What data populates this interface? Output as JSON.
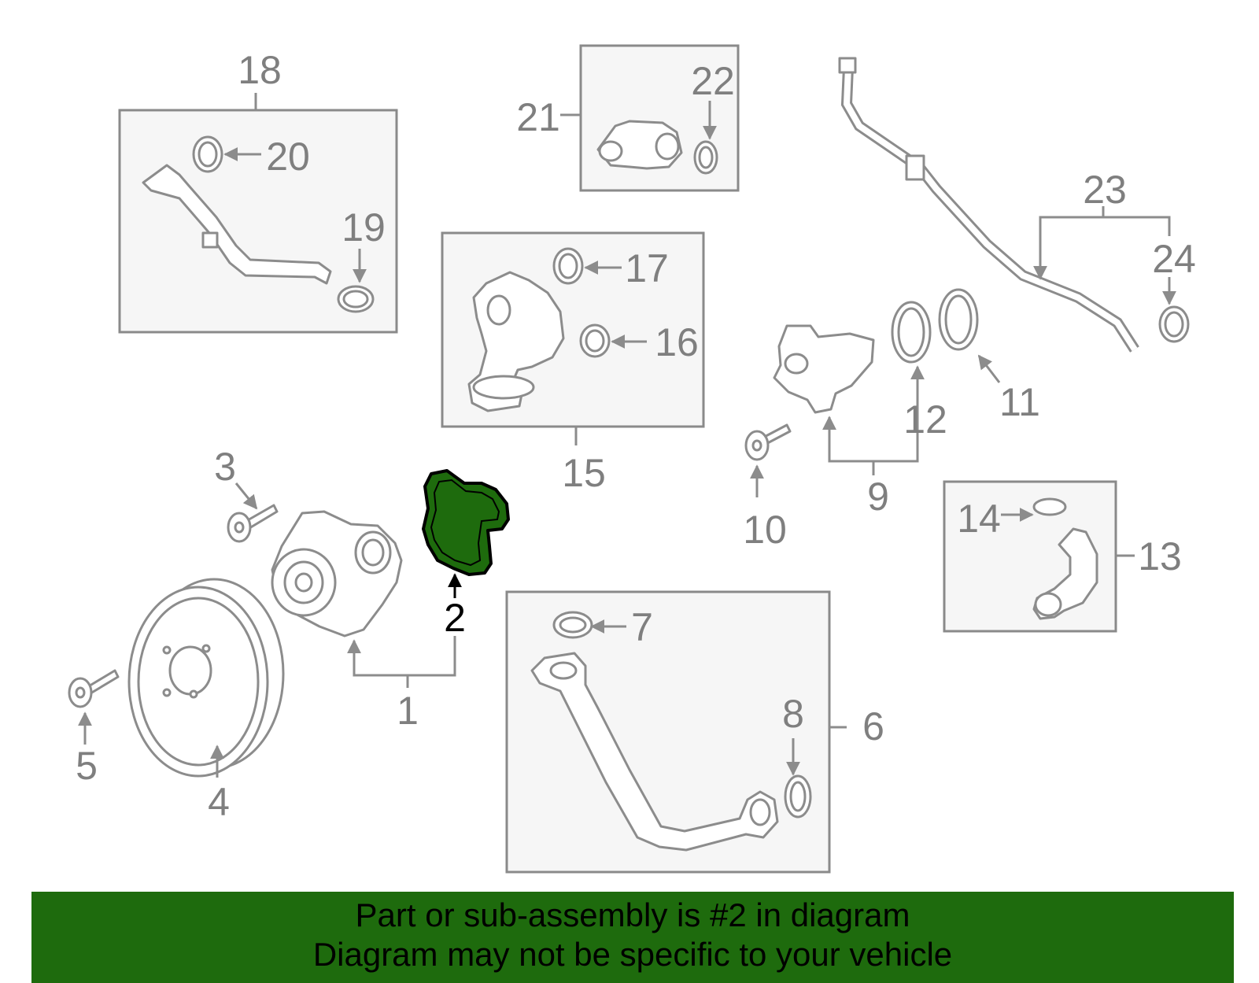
{
  "diagram": {
    "highlighted_part": "2",
    "colors": {
      "highlight": "#1e6b0d",
      "banner": "#1e6b0d",
      "outline": "#8c8c8c",
      "box_fill": "#f6f6f6"
    },
    "labels": {
      "l1": "1",
      "l2": "2",
      "l3": "3",
      "l4": "4",
      "l5": "5",
      "l6": "6",
      "l7": "7",
      "l8": "8",
      "l9": "9",
      "l10": "10",
      "l11": "11",
      "l12": "12",
      "l13": "13",
      "l14": "14",
      "l15": "15",
      "l16": "16",
      "l17": "17",
      "l18": "18",
      "l19": "19",
      "l20": "20",
      "l21": "21",
      "l22": "22",
      "l23": "23",
      "l24": "24"
    }
  },
  "banner": {
    "line1": "Part or sub-assembly is #2 in diagram",
    "line2": "Diagram may not be specific to your vehicle"
  }
}
